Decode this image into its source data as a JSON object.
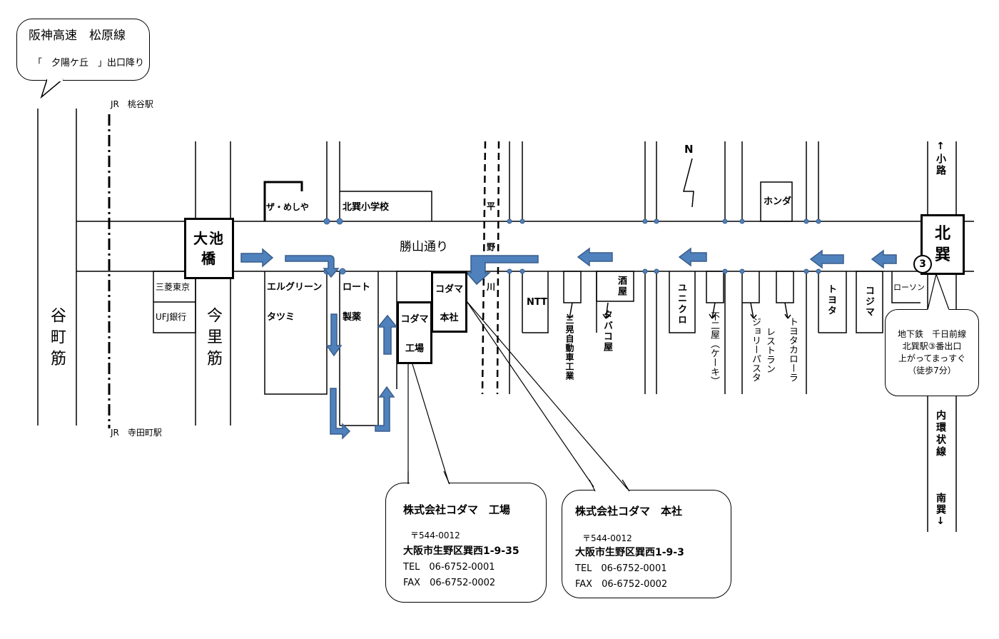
{
  "top_callout": {
    "line1": "阪神高速　松原線",
    "line2": "「　夕陽ケ丘　」出口降り"
  },
  "stations": {
    "jr_momodani": "JR　桃谷駅",
    "jr_teradacho": "JR　寺田町駅"
  },
  "streets": {
    "tanimachi": "谷町筋",
    "imazato": "今里筋",
    "katsuyama": "勝山通り",
    "hirano_river_1": "平",
    "hirano_river_2": "野",
    "hirano_river_3": "川",
    "kotsuji": "↑小路",
    "naikanjosen": "内環状線",
    "minamitatsumi": "南巽↓"
  },
  "intersections": {
    "oike_bridge": "大池橋",
    "kitatatsumi": "北巽"
  },
  "compass": "N",
  "exit_number": "3",
  "landmarks": {
    "za_meshiya": "ザ・めしや",
    "kitatatsumi_school": "北巽小学校",
    "honda": "ホンダ",
    "mitsubishi_tokyo": "三菱東京",
    "ufj_bank": "UFJ銀行",
    "elgreen": "エルグリーン",
    "tatsumi": "タツミ",
    "rohto": "ロート",
    "seiyaku": "製薬",
    "kodama_factory_1": "コダマ",
    "kodama_factory_2": "工場",
    "kodama_hq_1": "コダマ",
    "kodama_hq_2": "本社",
    "ntt": "NTT",
    "sanko": "三晃自動車工業",
    "sakaya": "酒屋",
    "tabakoya": "タバコ屋",
    "uniqlo": "ユニクロ",
    "fujiya": "不二屋（ケーキ）",
    "jolly_pasta": "ジョリーパスタ",
    "restaurant": "レストラン",
    "toyota_corolla": "トヨタカローラ",
    "toyota": "トヨタ",
    "kojima": "コジマ",
    "lawson": "ローソン"
  },
  "subway_callout": {
    "line1": "地下鉄　千日前線",
    "line2": "北巽駅③番出口",
    "line3": "上がってまっすぐ",
    "line4": "（徒歩7分）"
  },
  "factory_card": {
    "name": "株式会社コダマ　工場",
    "postal": "〒544-0012",
    "address": "大阪市生野区巽西1-9-35",
    "tel": "TEL　06-6752-0001",
    "fax": "FAX　06-6752-0002"
  },
  "hq_card": {
    "name": "株式会社コダマ　本社",
    "postal": "〒544-0012",
    "address": "大阪市生野区巽西1-9-3",
    "tel": "TEL　06-6752-0001",
    "fax": "FAX　06-6752-0002"
  },
  "colors": {
    "arrow_fill": "#4f81bd",
    "arrow_stroke": "#385d8a",
    "road_dot": "#4f81bd"
  }
}
